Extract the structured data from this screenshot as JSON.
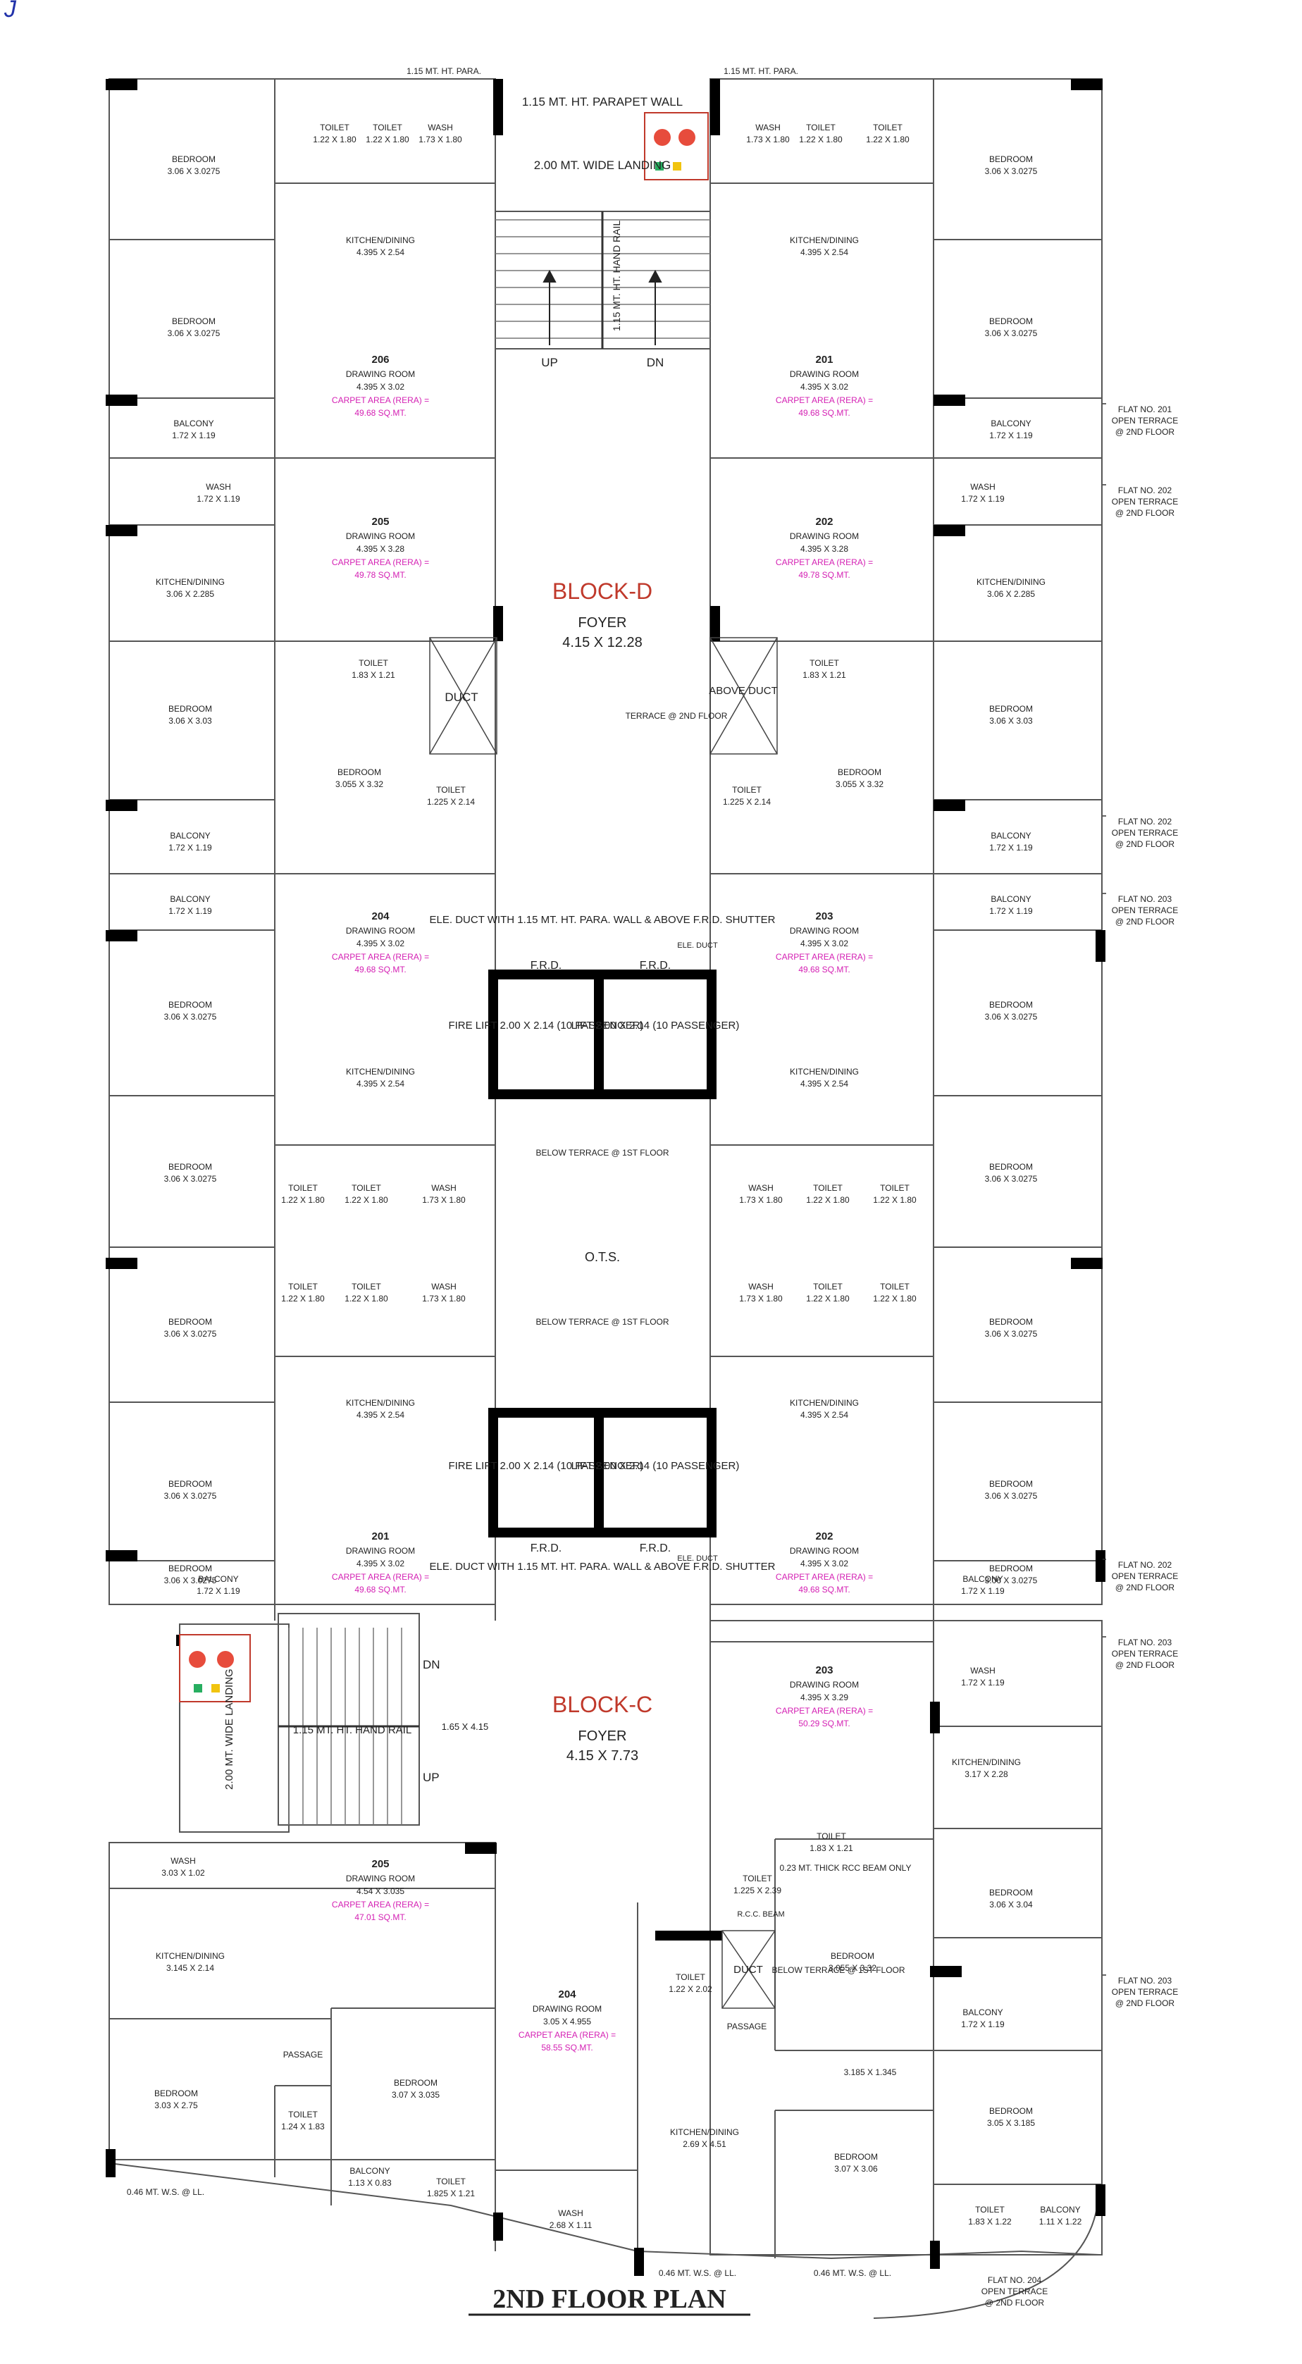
{
  "title": "2ND FLOOR PLAN",
  "corner_mark": "J",
  "blocks": [
    {
      "name": "BLOCK-D",
      "foyer": "FOYER",
      "size": "4.15 X 12.28"
    },
    {
      "name": "BLOCK-C",
      "foyer": "FOYER",
      "size": "4.15 X 7.73"
    }
  ],
  "core_labels": {
    "parapet_top": "1.15 MT. HT. PARAPET WALL",
    "para_small": "1.15 MT. HT. PARA.",
    "landing": "2.00 MT. WIDE LANDING",
    "hand_rail": "1.15 MT. HT. HAND RAIL",
    "up": "UP",
    "dn": "DN",
    "duct": "DUCT",
    "above_duct": "ABOVE DUCT",
    "terrace_2nd": "TERRACE @ 2ND FLOOR",
    "ele_duct": "ELE. DUCT WITH 1.15 MT. HT. PARA. WALL & ABOVE F.R.D. SHUTTER",
    "ele": "ELE. DUCT",
    "frd": "F.R.D.",
    "fire_lift": "FIRE LIFT 2.00 X 2.14 (10 PASSENGER)",
    "lift": "LIFT 2.00 X 2.14 (10 PASSENGER)",
    "below_terrace": "BELOW TERRACE @ 1ST FLOOR",
    "ots": "O.T.S.",
    "stair_size": "1.65 X 4.15",
    "rcc_beam": "0.23 MT. THICK RCC BEAM ONLY",
    "rcc": "R.C.C. BEAM",
    "ws": "0.46 MT. W.S. @ LL.",
    "passage": "PASSAGE"
  },
  "flats": [
    {
      "no": "206",
      "room": "DRAWING ROOM",
      "size": "4.395 X 3.02",
      "carpet": "CARPET AREA (RERA) =",
      "area": "49.68 SQ.MT."
    },
    {
      "no": "201",
      "room": "DRAWING ROOM",
      "size": "4.395 X 3.02",
      "carpet": "CARPET AREA (RERA) =",
      "area": "49.68 SQ.MT."
    },
    {
      "no": "205",
      "room": "DRAWING ROOM",
      "size": "4.395 X 3.28",
      "carpet": "CARPET AREA (RERA) =",
      "area": "49.78 SQ.MT."
    },
    {
      "no": "202",
      "room": "DRAWING ROOM",
      "size": "4.395 X 3.28",
      "carpet": "CARPET AREA (RERA) =",
      "area": "49.78 SQ.MT."
    },
    {
      "no": "204",
      "room": "DRAWING ROOM",
      "size": "4.395 X 3.02",
      "carpet": "CARPET AREA (RERA) =",
      "area": "49.68 SQ.MT."
    },
    {
      "no": "203",
      "room": "DRAWING ROOM",
      "size": "4.395 X 3.02",
      "carpet": "CARPET AREA (RERA) =",
      "area": "49.68 SQ.MT."
    },
    {
      "no": "201",
      "room": "DRAWING ROOM",
      "size": "4.395 X 3.02",
      "carpet": "CARPET AREA (RERA) =",
      "area": "49.68 SQ.MT."
    },
    {
      "no": "202",
      "room": "DRAWING ROOM",
      "size": "4.395 X 3.02",
      "carpet": "CARPET AREA (RERA) =",
      "area": "49.68 SQ.MT."
    },
    {
      "no": "203",
      "room": "DRAWING ROOM",
      "size": "4.395 X 3.29",
      "carpet": "CARPET AREA (RERA) =",
      "area": "50.29 SQ.MT."
    },
    {
      "no": "205",
      "room": "DRAWING ROOM",
      "size": "4.54 X 3.035",
      "carpet": "CARPET AREA (RERA) =",
      "area": "47.01 SQ.MT."
    },
    {
      "no": "204",
      "room": "DRAWING ROOM",
      "size": "3.05 X 4.955",
      "carpet": "CARPET AREA (RERA) =",
      "area": "58.55 SQ.MT."
    }
  ],
  "rooms": [
    {
      "name": "BEDROOM",
      "size": "3.06 X 3.0275"
    },
    {
      "name": "BEDROOM",
      "size": "3.06 X 3.0275"
    },
    {
      "name": "BEDROOM",
      "size": "3.06 X 3.0275"
    },
    {
      "name": "BEDROOM",
      "size": "3.06 X 3.0275"
    },
    {
      "name": "TOILET",
      "size": "1.22 X 1.80"
    },
    {
      "name": "TOILET",
      "size": "1.22 X 1.80"
    },
    {
      "name": "WASH",
      "size": "1.73 X 1.80"
    },
    {
      "name": "WASH",
      "size": "1.73 X 1.80"
    },
    {
      "name": "TOILET",
      "size": "1.22 X 1.80"
    },
    {
      "name": "TOILET",
      "size": "1.22 X 1.80"
    },
    {
      "name": "KITCHEN/DINING",
      "size": "4.395 X 2.54"
    },
    {
      "name": "KITCHEN/DINING",
      "size": "4.395 X 2.54"
    },
    {
      "name": "BALCONY",
      "size": "1.72 X 1.19"
    },
    {
      "name": "BALCONY",
      "size": "1.72 X 1.19"
    },
    {
      "name": "WASH",
      "size": "1.72 X 1.19"
    },
    {
      "name": "WASH",
      "size": "1.72 X 1.19"
    },
    {
      "name": "KITCHEN/DINING",
      "size": "3.06 X 2.285"
    },
    {
      "name": "KITCHEN/DINING",
      "size": "3.06 X 2.285"
    },
    {
      "name": "TOILET",
      "size": "1.83 X 1.21"
    },
    {
      "name": "TOILET",
      "size": "1.83 X 1.21"
    },
    {
      "name": "BEDROOM",
      "size": "3.06 X 3.03"
    },
    {
      "name": "BEDROOM",
      "size": "3.06 X 3.03"
    },
    {
      "name": "BEDROOM",
      "size": "3.055 X 3.32"
    },
    {
      "name": "BEDROOM",
      "size": "3.055 X 3.32"
    },
    {
      "name": "TOILET",
      "size": "1.225 X 2.14"
    },
    {
      "name": "TOILET",
      "size": "1.225 X 2.14"
    },
    {
      "name": "BALCONY",
      "size": "1.72 X 1.19"
    },
    {
      "name": "BALCONY",
      "size": "1.72 X 1.19"
    },
    {
      "name": "BALCONY",
      "size": "1.72 X 1.19"
    },
    {
      "name": "BALCONY",
      "size": "1.72 X 1.19"
    },
    {
      "name": "BEDROOM",
      "size": "3.06 X 3.0275"
    },
    {
      "name": "BEDROOM",
      "size": "3.06 X 3.0275"
    },
    {
      "name": "KITCHEN/DINING",
      "size": "4.395 X 2.54"
    },
    {
      "name": "KITCHEN/DINING",
      "size": "4.395 X 2.54"
    },
    {
      "name": "BEDROOM",
      "size": "3.06 X 3.0275"
    },
    {
      "name": "BEDROOM",
      "size": "3.06 X 3.0275"
    },
    {
      "name": "TOILET",
      "size": "1.22 X 1.80"
    },
    {
      "name": "TOILET",
      "size": "1.22 X 1.80"
    },
    {
      "name": "WASH",
      "size": "1.73 X 1.80"
    },
    {
      "name": "WASH",
      "size": "1.73 X 1.80"
    },
    {
      "name": "TOILET",
      "size": "1.22 X 1.80"
    },
    {
      "name": "TOILET",
      "size": "1.22 X 1.80"
    },
    {
      "name": "BEDROOM",
      "size": "3.06 X 3.0275"
    },
    {
      "name": "BEDROOM",
      "size": "3.06 X 3.0275"
    },
    {
      "name": "TOILET",
      "size": "1.22 X 1.80"
    },
    {
      "name": "TOILET",
      "size": "1.22 X 1.80"
    },
    {
      "name": "WASH",
      "size": "1.73 X 1.80"
    },
    {
      "name": "WASH",
      "size": "1.73 X 1.80"
    },
    {
      "name": "TOILET",
      "size": "1.22 X 1.80"
    },
    {
      "name": "TOILET",
      "size": "1.22 X 1.80"
    },
    {
      "name": "BEDROOM",
      "size": "3.06 X 3.0275"
    },
    {
      "name": "BEDROOM",
      "size": "3.06 X 3.0275"
    },
    {
      "name": "KITCHEN/DINING",
      "size": "4.395 X 2.54"
    },
    {
      "name": "KITCHEN/DINING",
      "size": "4.395 X 2.54"
    },
    {
      "name": "BEDROOM",
      "size": "3.06 X 3.0275"
    },
    {
      "name": "BEDROOM",
      "size": "3.06 X 3.0275"
    },
    {
      "name": "BALCONY",
      "size": "1.72 X 1.19"
    },
    {
      "name": "BALCONY",
      "size": "1.72 X 1.19"
    },
    {
      "name": "WASH",
      "size": "1.72 X 1.19"
    },
    {
      "name": "KITCHEN/DINING",
      "size": "3.17 X 2.28"
    },
    {
      "name": "TOILET",
      "size": "1.83 X 1.21"
    },
    {
      "name": "TOILET",
      "size": "1.225 X 2.39"
    },
    {
      "name": "BEDROOM",
      "size": "3.06 X 3.04"
    },
    {
      "name": "BEDROOM",
      "size": "3.055 X 3.32"
    },
    {
      "name": "TOILET",
      "size": "1.22 X 2.02"
    },
    {
      "name": "BALCONY",
      "size": "1.72 X 1.19"
    },
    {
      "name": "WASH",
      "size": "3.03 X 1.02"
    },
    {
      "name": "KITCHEN/DINING",
      "size": "3.145 X 2.14"
    },
    {
      "name": "BEDROOM",
      "size": "3.03 X 2.75"
    },
    {
      "name": "BEDROOM",
      "size": "3.07 X 3.035"
    },
    {
      "name": "TOILET",
      "size": "1.24 X 1.83"
    },
    {
      "name": "BALCONY",
      "size": "1.13 X 0.83"
    },
    {
      "name": "TOILET",
      "size": "1.825 X 1.21"
    },
    {
      "name": "WASH",
      "size": "2.68 X 1.11"
    },
    {
      "name": "KITCHEN/DINING",
      "size": "2.69 X 4.51"
    },
    {
      "name": "BEDROOM",
      "size": "3.07 X 3.06"
    },
    {
      "name": "BEDROOM",
      "size": "3.05 X 3.185"
    },
    {
      "name": "TOILET",
      "size": "1.83 X 1.22"
    },
    {
      "name": "BALCONY",
      "size": "1.11 X 1.22"
    }
  ],
  "dim_labels": [
    "3.185 X 1.345"
  ],
  "terrace_notes": [
    "FLAT NO. 201 OPEN TERRACE @ 2ND FLOOR",
    "FLAT NO. 202 OPEN TERRACE @ 2ND FLOOR",
    "FLAT NO. 202 OPEN TERRACE @ 2ND FLOOR",
    "FLAT NO. 203 OPEN TERRACE @ 2ND FLOOR",
    "FLAT NO. 202 OPEN TERRACE @ 2ND FLOOR",
    "FLAT NO. 203 OPEN TERRACE @ 2ND FLOOR",
    "FLAT NO. 203 OPEN TERRACE @ 2ND FLOOR",
    "FLAT NO. 204 OPEN TERRACE @ 2ND FLOOR"
  ]
}
